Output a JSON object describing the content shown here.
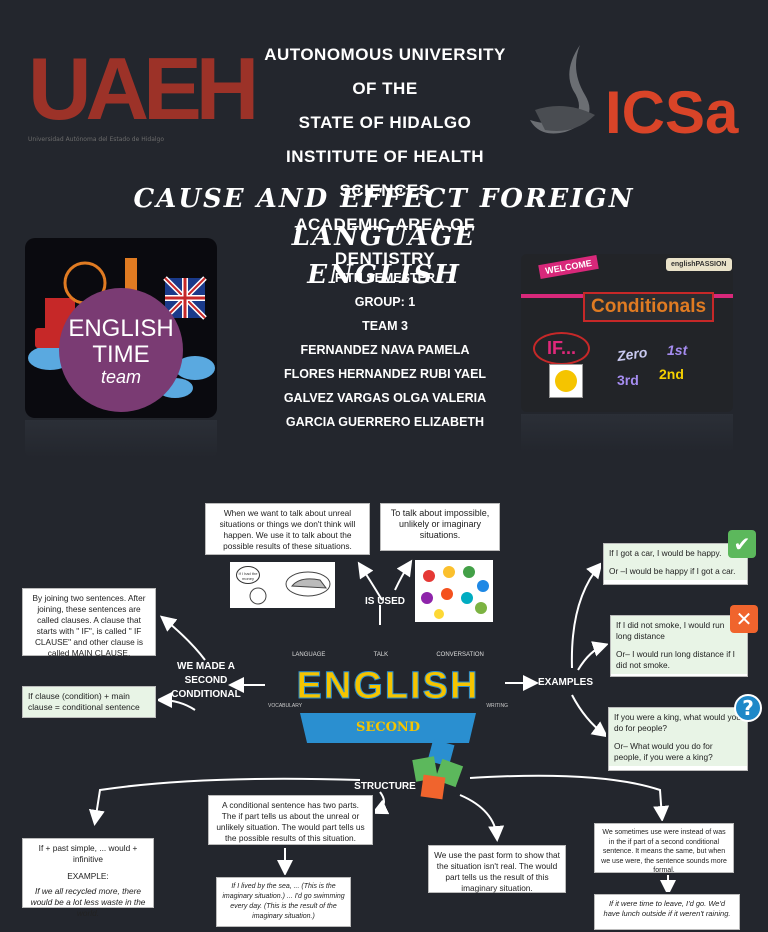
{
  "header": {
    "logo_left_text": "UAEH",
    "logo_left_sub": "Universidad Autónoma del Estado de Hidalgo",
    "logo_right_text": "ICSa",
    "lines": [
      "Autonomous university of the",
      "state of hidalgo",
      "Institute of health sciences",
      "Academic area of dentistry"
    ]
  },
  "title": {
    "line1": "CAUSE AND EFFECT FOREIGN LANGUAGE",
    "line2": "ENGLISH"
  },
  "team_info": [
    "Fith semester",
    "Group: 1",
    "Team 3",
    "Fernandez Nava Pamela",
    "Flores Hernandez Rubi Yael",
    "Galvez Vargas Olga Valeria",
    "Garcia Guerrero Elizabeth"
  ],
  "left_image": {
    "line1": "ENGLISH",
    "line2": "TIME",
    "line3": "team"
  },
  "right_image": {
    "welcome": "WELCOME",
    "brand": "englishPASSION",
    "title": "Conditionals",
    "if": "IF...",
    "zero": "Zero",
    "first": "1st",
    "third": "3rd",
    "second": "2nd"
  },
  "mindmap": {
    "center_word": "ENGLISH",
    "center_banner": "SECOND CONDITIONAL",
    "center_tags": [
      "LANGUAGE",
      "TALK",
      "CONVERSATION",
      "VOCABULARY",
      "WRITING"
    ],
    "is_used_label": "IS USED",
    "we_made_label": "WE MADE A SECOND CONDITIONAL",
    "examples_label": "EXAMPLES",
    "structure_label": "STRUCTURE",
    "used_box_1": "When we want to talk about unreal situations or things we don't think will happen. We use it to talk about the possible results of these situations.",
    "used_box_2": "To talk about impossible, unlikely or imaginary situations.",
    "made_box_1": "By joining two sentences. After joining, these sentences are called clauses. A clause that starts with \" IF\", is called \" IF CLAUSE\" and other clause is called MAIN CLAUSE.",
    "made_box_2": "If clause (condition) + main clause = conditional sentence",
    "example_1_a": "If I got a car, I would be happy.",
    "example_1_b": "Or –I would be happy if I got a car.",
    "example_2_a": "If I did not smoke, I would run long distance",
    "example_2_b": "Or– I would run long distance if I did not smoke.",
    "example_3_a": "If you were a king, what would you do for people?",
    "example_3_b": "Or– What would you do for people, if you were a king?",
    "structure_box_1_a": "If + past simple, ... would + infinitive",
    "structure_box_1_b": "EXAMPLE:",
    "structure_box_1_c": "If we all recycled more, there would be a lot less waste in the world.",
    "structure_box_2": "A conditional sentence has two parts. The if part tells us about the unreal or unlikely situation. The would part tells us the possible results of this situation.",
    "structure_box_3": "If I lived by the sea, ... (This is the imaginary situation.) ... I'd go swimming every day. (This is the result of the imaginary situation.)",
    "structure_box_4": "We use the past form to show that the situation isn't real. The would part tells us the result of this imaginary situation.",
    "structure_box_5": "We sometimes use were instead of was in the if part of a second conditional sentence. It means the same, but when we use were, the sentence sounds more formal.",
    "structure_box_6": "If it were time to leave, I'd go. We'd have lunch outside if it weren't raining.",
    "cartoon_caption": "If I had the money"
  },
  "colors": {
    "background": "#23262d",
    "uaeh_red": "#9c3228",
    "icsa_red": "#d94428",
    "check_green": "#5cb85c",
    "cross_orange": "#f0642d",
    "question_blue": "#1e88c8",
    "banner_blue": "#2a8fd0",
    "banner_text": "#f5c400"
  }
}
